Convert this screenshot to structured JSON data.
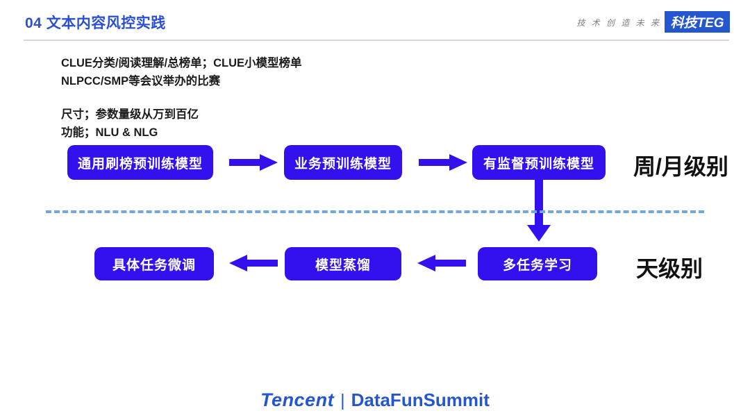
{
  "header": {
    "title": "04 文本内容风控实践",
    "tagline": "技 术 创 造 未 来",
    "badge": "科技TEG",
    "accent_color": "#2456cf",
    "rule_color": "#d8d8dc"
  },
  "content": {
    "paragraph_1_line_1": "CLUE分类/阅读理解/总榜单；CLUE小模型榜单",
    "paragraph_1_line_2": "NLPCC/SMP等会议举办的比赛",
    "paragraph_2_line_1": "尺寸；参数量级从万到百亿",
    "paragraph_2_line_2": "功能；NLU & NLG"
  },
  "diagram": {
    "box_color": "#3311ee",
    "arrow_color": "#3311ee",
    "divider_color": "#6fa8dc",
    "row_top": {
      "boxes": [
        {
          "label": "通用刷榜预训练模型"
        },
        {
          "label": "业务预训练模型"
        },
        {
          "label": "有监督预训练模型"
        }
      ],
      "cadence": "周/月级别",
      "arrow_direction": "right"
    },
    "row_bottom": {
      "boxes": [
        {
          "label": "具体任务微调"
        },
        {
          "label": "模型蒸馏"
        },
        {
          "label": "多任务学习"
        }
      ],
      "cadence": "天级别",
      "arrow_direction": "left"
    },
    "transition_arrow_direction": "down"
  },
  "footer": {
    "brand": "Tencent",
    "separator": "|",
    "event": "DataFunSummit",
    "color": "#2456cf"
  }
}
